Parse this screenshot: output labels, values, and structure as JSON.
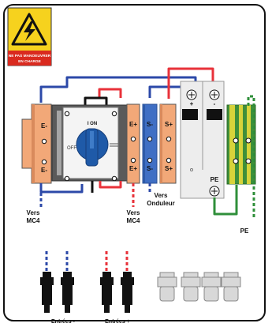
{
  "warning_sign": {
    "line1": "NE PAS MANOEUVRER",
    "line2": "EN CHARGE"
  },
  "switch": {
    "on_label": "I ON",
    "off_label": "OFF"
  },
  "terminals": {
    "left_e_top": "E-",
    "left_e_bottom": "E-",
    "mid_e_top": "E+",
    "mid_e_bottom": "E+",
    "blue_s_top": "S-",
    "blue_s_bottom": "S-",
    "orange_s_top": "S+",
    "orange_s_bottom": "S+"
  },
  "spd": {
    "plus": "+",
    "minus": "-",
    "pe": "PE"
  },
  "labels": {
    "vers_mc4_left_1": "Vers",
    "vers_mc4_left_2": "MC4",
    "vers_mc4_mid_1": "Vers",
    "vers_mc4_mid_2": "MC4",
    "vers_onduleur_1": "Vers",
    "vers_onduleur_2": "Onduleur",
    "pe_label": "PE",
    "entrees_minus": "Entrées -",
    "entrees_plus": "Entrées +"
  },
  "colors": {
    "wire_blue": "#2c49a8",
    "wire_red": "#e8323a",
    "wire_green": "#2f8f3a",
    "terminal_orange": "#f2a878",
    "terminal_blue": "#3f6fc4",
    "switch_blue": "#1f5aa8",
    "earth_yellow": "#d8d33a",
    "earth_green": "#3f8f3a",
    "warning_yellow": "#f6d21e"
  }
}
